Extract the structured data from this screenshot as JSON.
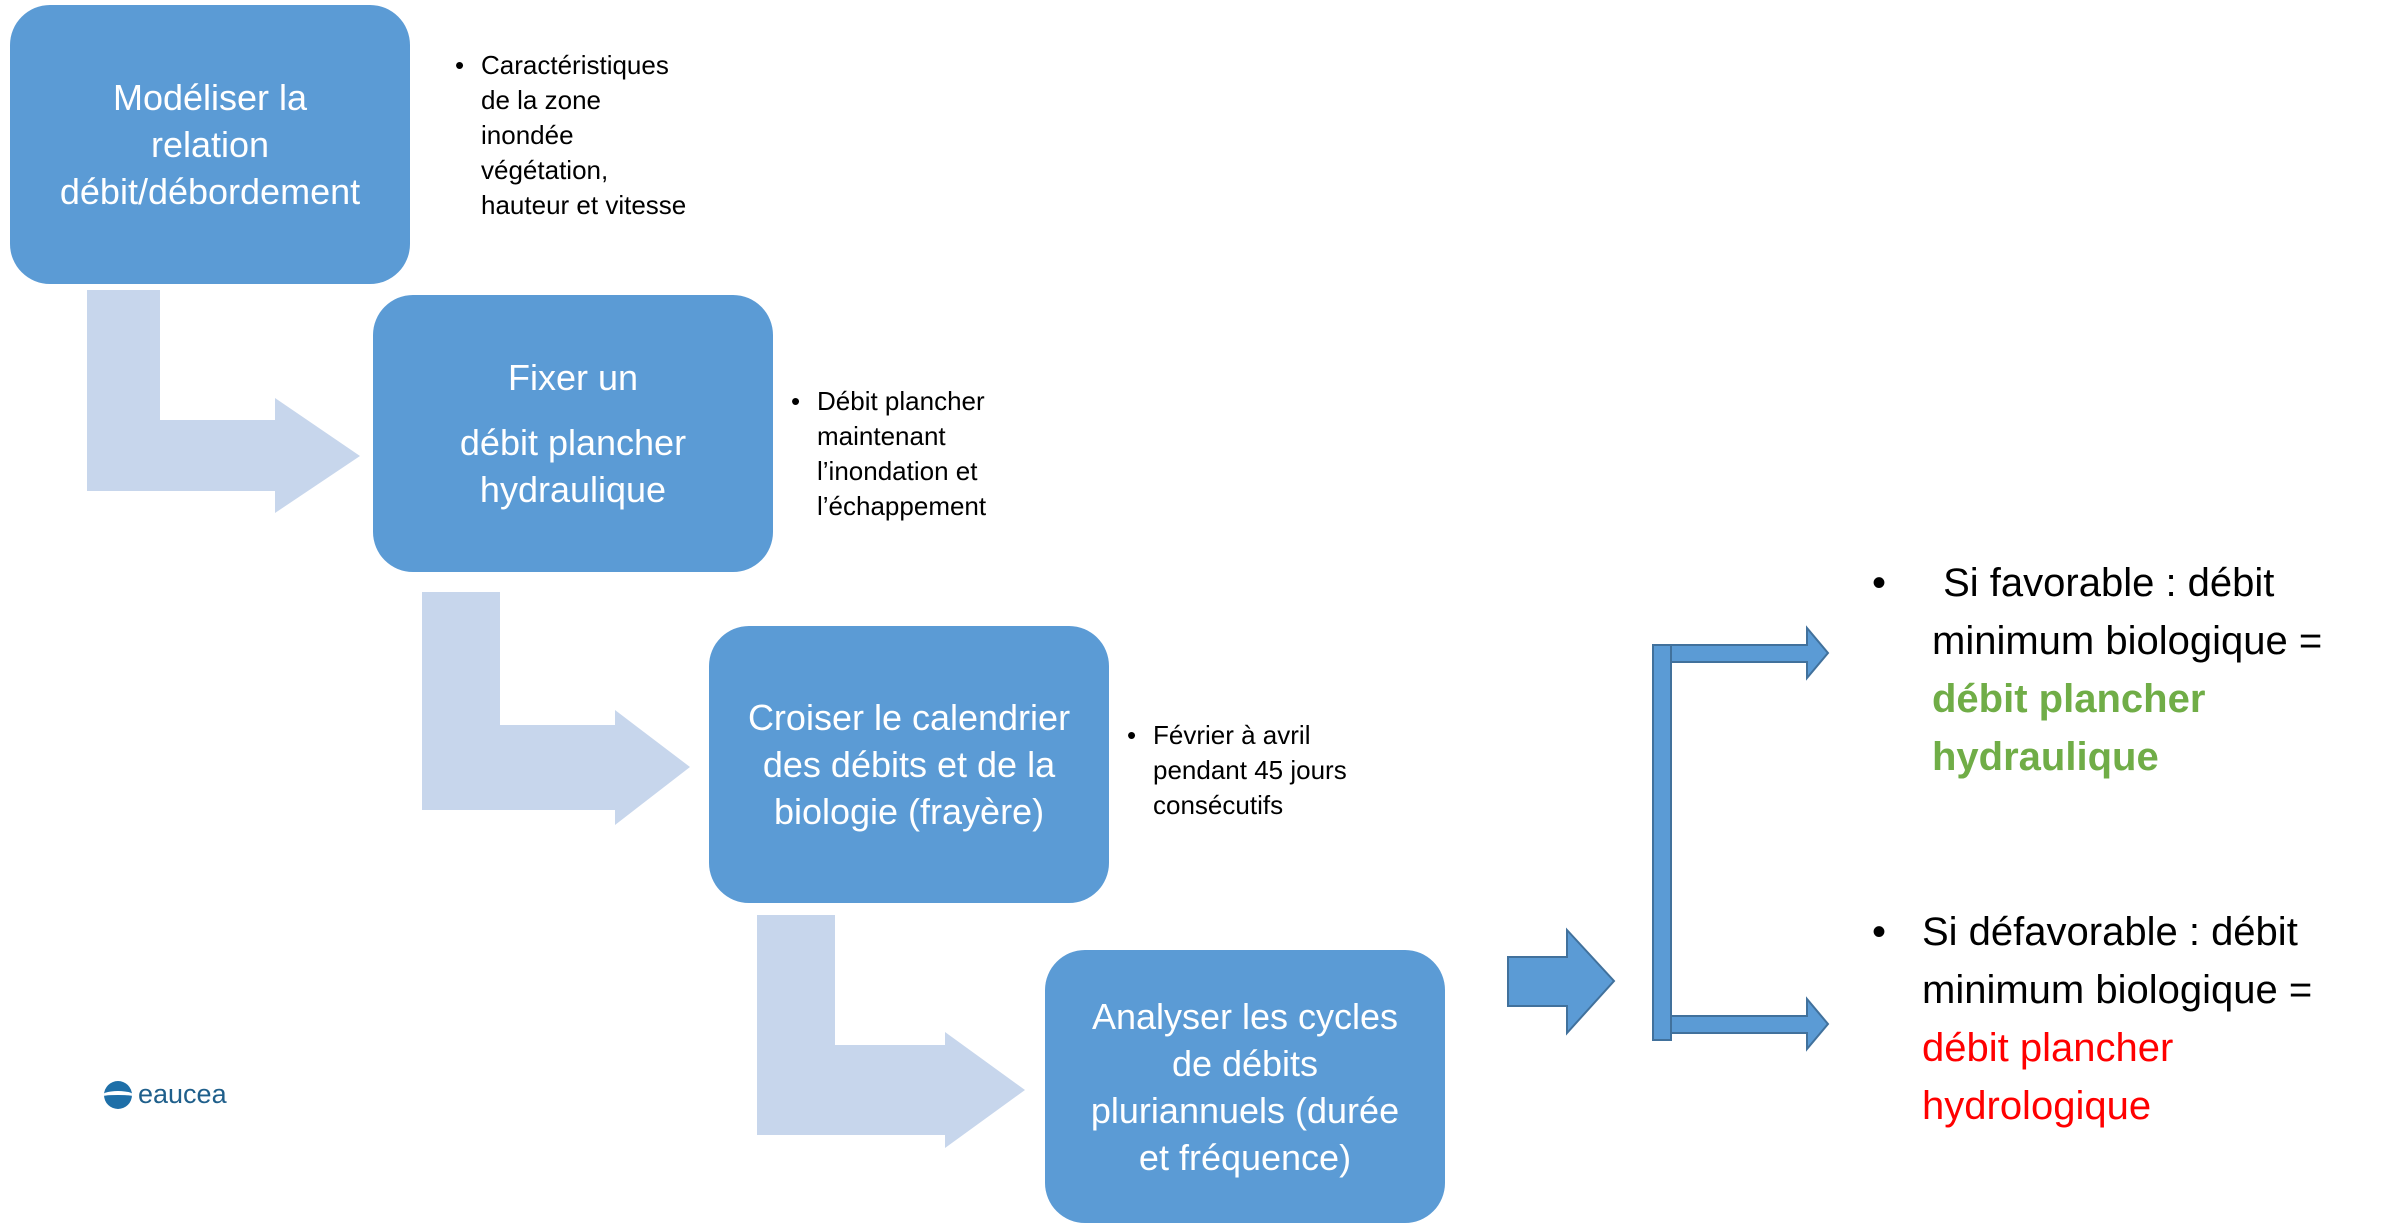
{
  "steps": [
    {
      "lines": [
        "Modéliser la",
        "relation",
        "débit/débordement"
      ]
    },
    {
      "lines": [
        "Fixer un",
        "débit plancher",
        "hydraulique"
      ]
    },
    {
      "lines": [
        "Croiser le calendrier",
        "des débits et de la",
        "biologie (frayère)"
      ]
    },
    {
      "lines": [
        "Analyser les cycles",
        "de débits",
        "pluriannuels (durée",
        "et fréquence)"
      ]
    }
  ],
  "notes": [
    {
      "bullet": "•",
      "lines": [
        "Caractéristiques",
        "de la zone",
        "inondée",
        "végétation,",
        "hauteur et vitesse"
      ]
    },
    {
      "bullet": "•",
      "lines": [
        "Débit plancher",
        "maintenant",
        "l’inondation et",
        "l’échappement"
      ]
    },
    {
      "bullet": "•",
      "lines": [
        "Février à avril",
        "pendant 45 jours",
        "consécutifs"
      ]
    }
  ],
  "results": [
    {
      "bullet": "•",
      "line1": " Si favorable : débit",
      "line2": "minimum biologique =",
      "line3": "débit plancher",
      "line4": "hydraulique",
      "highlight_color": "#70ad47"
    },
    {
      "bullet": "•",
      "line1": "Si défavorable : débit",
      "line2": "minimum biologique =",
      "line3": "débit plancher",
      "line4": "hydrologique",
      "highlight_color": "#ff0000"
    }
  ],
  "logo": {
    "text": "eaucea"
  },
  "colors": {
    "box": "#5b9bd5",
    "connector": "#c7d6ec",
    "arrow": "#5b9bd5",
    "arrow_border": "#41719c"
  }
}
